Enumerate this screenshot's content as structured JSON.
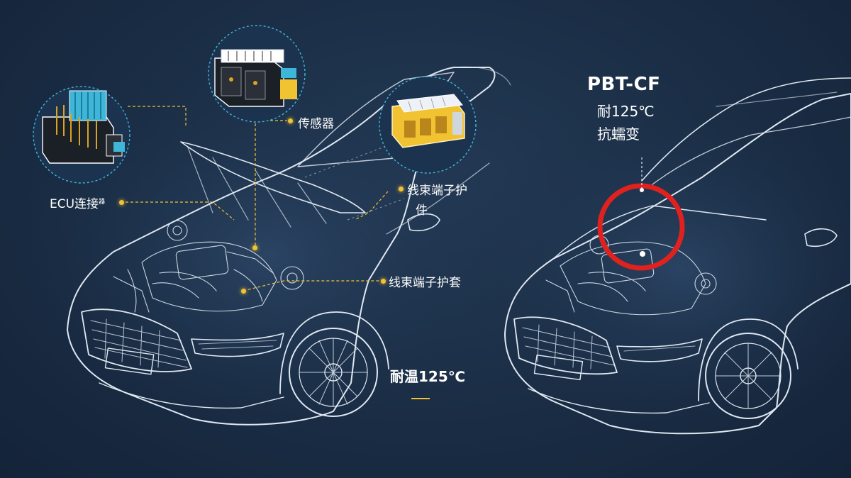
{
  "colors": {
    "background": "#1a2d45",
    "line": "#dfe8f2",
    "accent_yellow": "#f1c232",
    "accent_cyan": "#3fb6d8",
    "highlight_red": "#e0221e"
  },
  "labels": {
    "ecu": "ECU连接",
    "ecu_suffix": "器",
    "sensor": "传感器",
    "harness_line1": "线束端子护",
    "harness_line2": "件",
    "harness_sleeve": "线束端子护套",
    "temp": "耐温125℃"
  },
  "material": {
    "name": "PBT-CF",
    "heat": "耐125℃",
    "creep": "抗蠕变"
  },
  "icons": [
    "ecu-connector-icon",
    "sensor-connector-icon",
    "harness-terminal-icon"
  ]
}
